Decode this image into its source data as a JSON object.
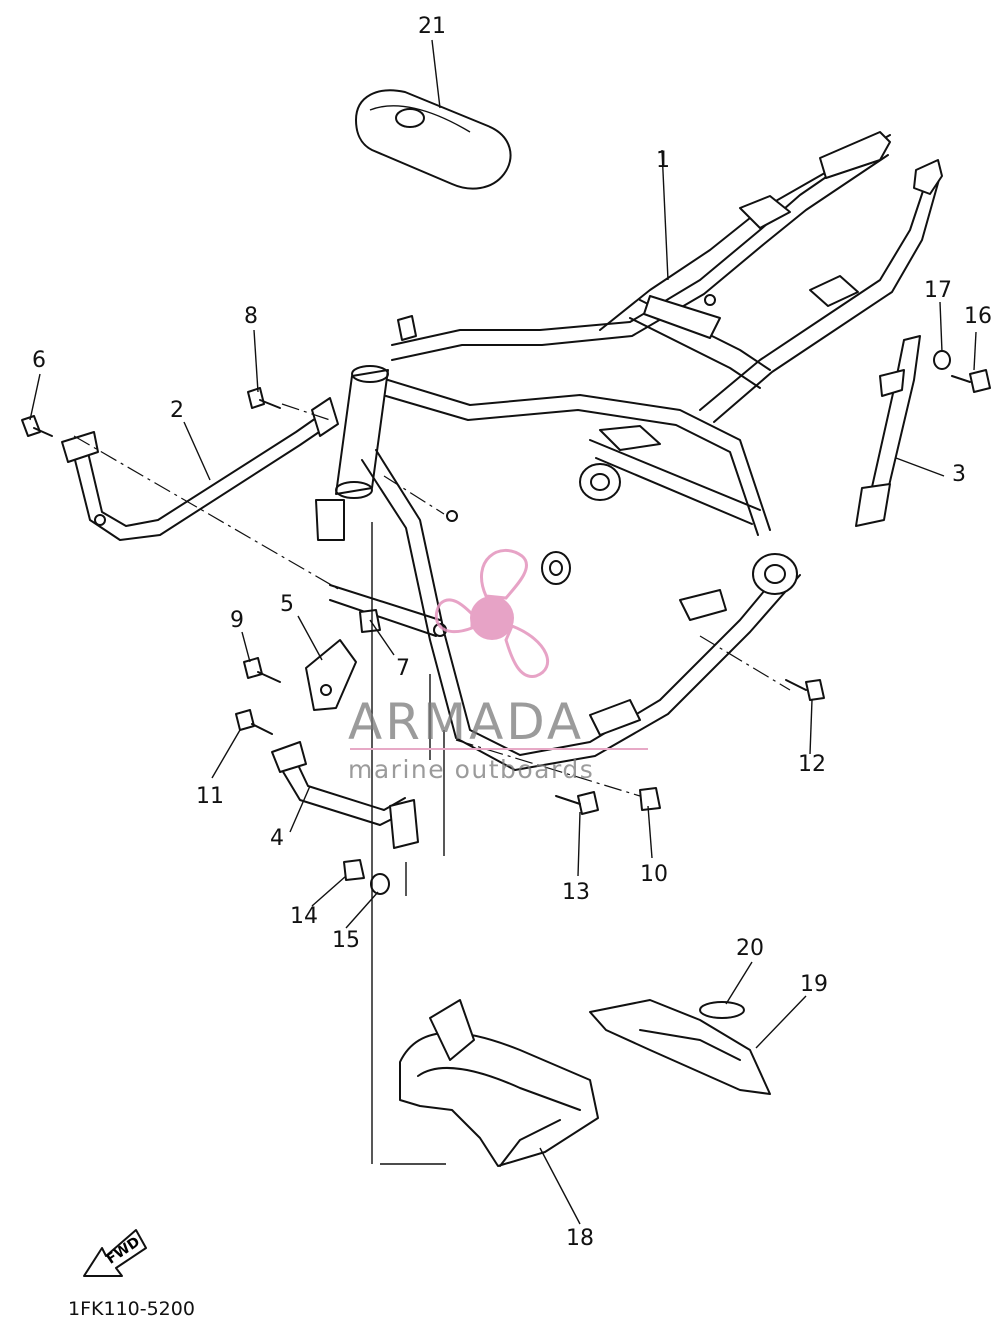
{
  "diagram": {
    "part_code": "1FK110-5200",
    "fwd_label": "FWD",
    "watermark": {
      "brand": "ARMADA",
      "tagline": "marine outboards",
      "logo_color": "#e394bd"
    },
    "callouts": [
      "1",
      "2",
      "3",
      "4",
      "5",
      "6",
      "7",
      "8",
      "9",
      "10",
      "11",
      "12",
      "13",
      "14",
      "15",
      "16",
      "17",
      "18",
      "19",
      "20",
      "21"
    ]
  }
}
